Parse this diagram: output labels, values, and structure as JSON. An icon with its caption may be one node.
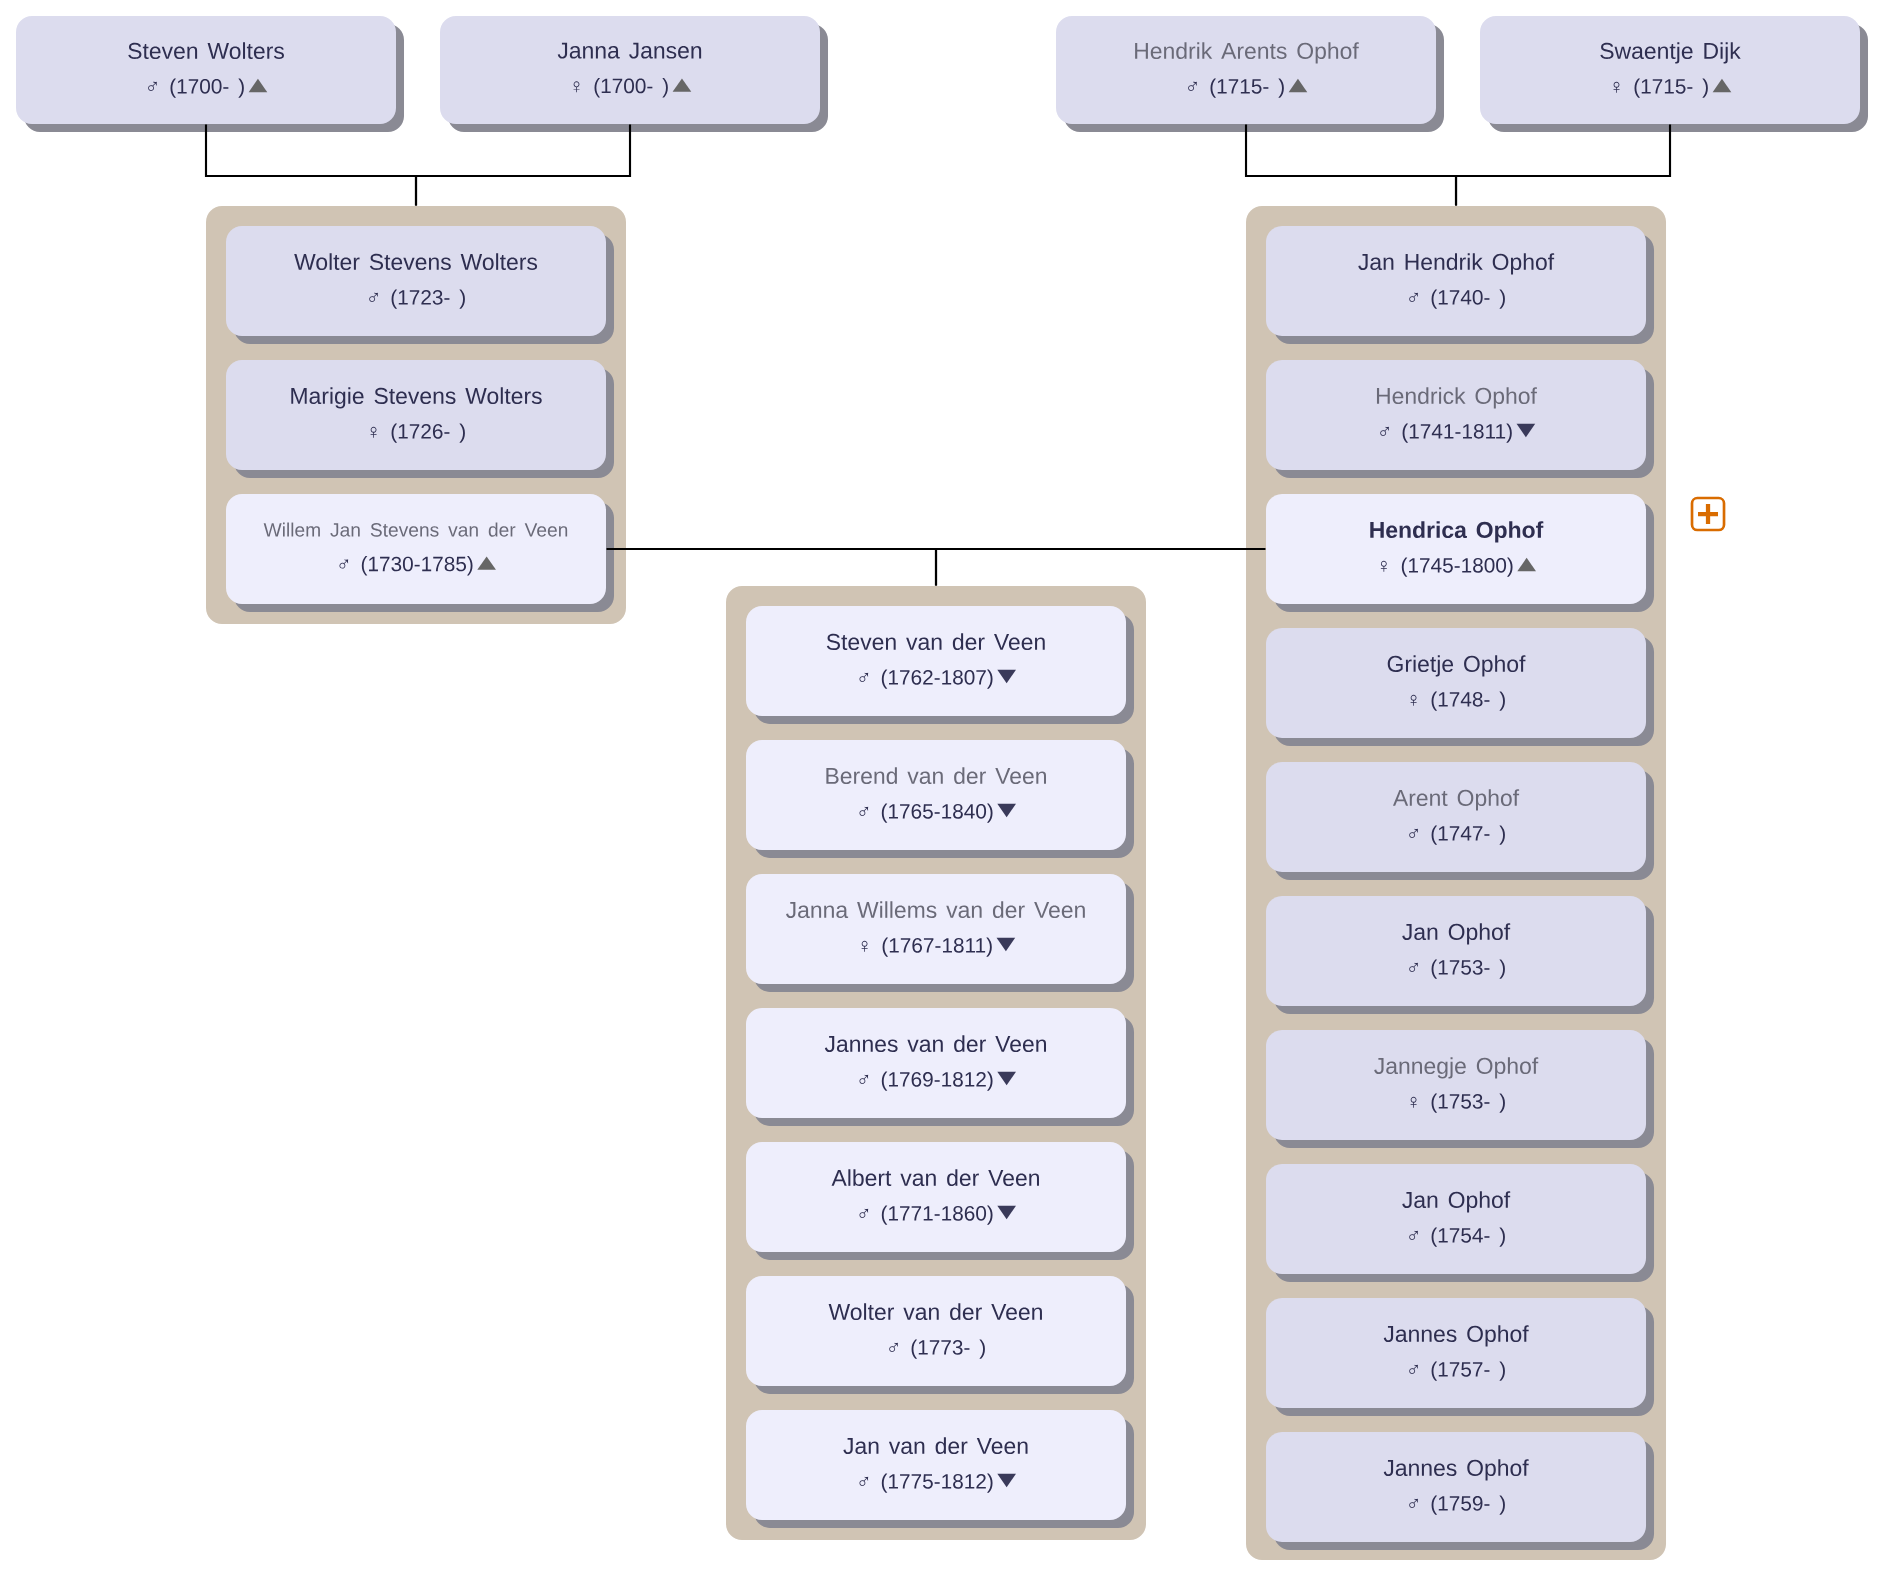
{
  "diagram": {
    "nodes": [
      {
        "text": [
          "Steven Wolters",
          "♂ (1700- )"
        ]
      },
      {
        "text": [
          "Janna Jansen",
          "♀ (1700- )"
        ]
      },
      {
        "text": [
          "Hendrik Arents Ophof",
          "♂ (1715- )"
        ]
      },
      {
        "text": [
          "Swaentje Dijk",
          "♀ (1715- )"
        ]
      },
      {
        "text": [],
        "shape": "box"
      },
      {
        "text": [
          "Wolter Stevens Wolters",
          "♂ (1723- )"
        ],
        "in": 4
      },
      {
        "text": [
          "Marigie Stevens Wolters",
          "♀ (1726- )"
        ],
        "in": 4
      },
      {
        "text": [
          "Willem Jan Stevens van der Veen",
          "♂ (1730-1785)"
        ],
        "in": 4
      },
      {
        "text": [],
        "shape": "box"
      },
      {
        "text": [
          "Jan Hendrik Ophof",
          "♂ (1740- )"
        ],
        "in": 8
      },
      {
        "text": [
          "Hendrick Ophof",
          "♂ (1741-1811)"
        ],
        "in": 8
      },
      {
        "text": [
          "Hendrica Ophof",
          "♀ (1745-1800)"
        ],
        "in": 8
      },
      {
        "text": [
          "Grietje Ophof",
          "♀ (1748- )"
        ],
        "in": 8
      },
      {
        "text": [
          "Arent Ophof",
          "♂ (1747- )"
        ],
        "in": 8
      },
      {
        "text": [
          "Jan Ophof",
          "♂ (1753- )"
        ],
        "in": 8
      },
      {
        "text": [
          "Jannegje Ophof",
          "♀ (1753- )"
        ],
        "in": 8
      },
      {
        "text": [
          "Jan Ophof",
          "♂ (1754- )"
        ],
        "in": 8
      },
      {
        "text": [
          "Jannes Ophof",
          "♂ (1757- )"
        ],
        "in": 8
      },
      {
        "text": [
          "Jannes Ophof",
          "♂ (1759- )"
        ],
        "in": 8
      },
      {
        "text": [],
        "shape": "box"
      },
      {
        "text": [
          "Steven van der Veen",
          "♂ (1762-1807)"
        ],
        "in": 19
      },
      {
        "text": [
          "Berend van der Veen",
          "♂ (1765-1840)"
        ],
        "in": 19
      },
      {
        "text": [
          "Janna Willems van der Veen",
          "♀ (1767-1811)"
        ],
        "in": 19
      },
      {
        "text": [
          "Jannes van der Veen",
          "♂ (1769-1812)"
        ],
        "in": 19
      },
      {
        "text": [
          "Albert van der Veen",
          "♂ (1771-1860)"
        ],
        "in": 19
      },
      {
        "text": [
          "Wolter van der Veen",
          "♂ (1773- )"
        ],
        "in": 19
      },
      {
        "text": [
          "Jan van der Veen",
          "♂ (1775-1812)"
        ],
        "in": 19
      }
    ],
    "edges": [
      {
        "from": 0,
        "to": 4,
        "arrow": "none"
      },
      {
        "from": 1,
        "to": 4,
        "arrow": "none"
      },
      {
        "from": 2,
        "to": 8,
        "arrow": "none"
      },
      {
        "from": 3,
        "to": 8,
        "arrow": "none"
      },
      {
        "from": 7,
        "to": 19,
        "arrow": "none"
      },
      {
        "from": 11,
        "to": 19,
        "arrow": "none"
      }
    ]
  }
}
